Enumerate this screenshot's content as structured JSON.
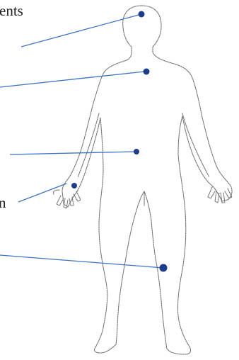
{
  "diagram": {
    "labels": [
      "ents",
      "n"
    ],
    "colors": {
      "pointer_line": "#3d73c9",
      "marker_dot": "#1e3c8c",
      "outline": "#6f6f6f"
    },
    "markers": [
      {
        "name": "head-marker"
      },
      {
        "name": "chest-marker"
      },
      {
        "name": "abdomen-marker"
      },
      {
        "name": "hand-marker"
      },
      {
        "name": "knee-marker"
      }
    ]
  }
}
